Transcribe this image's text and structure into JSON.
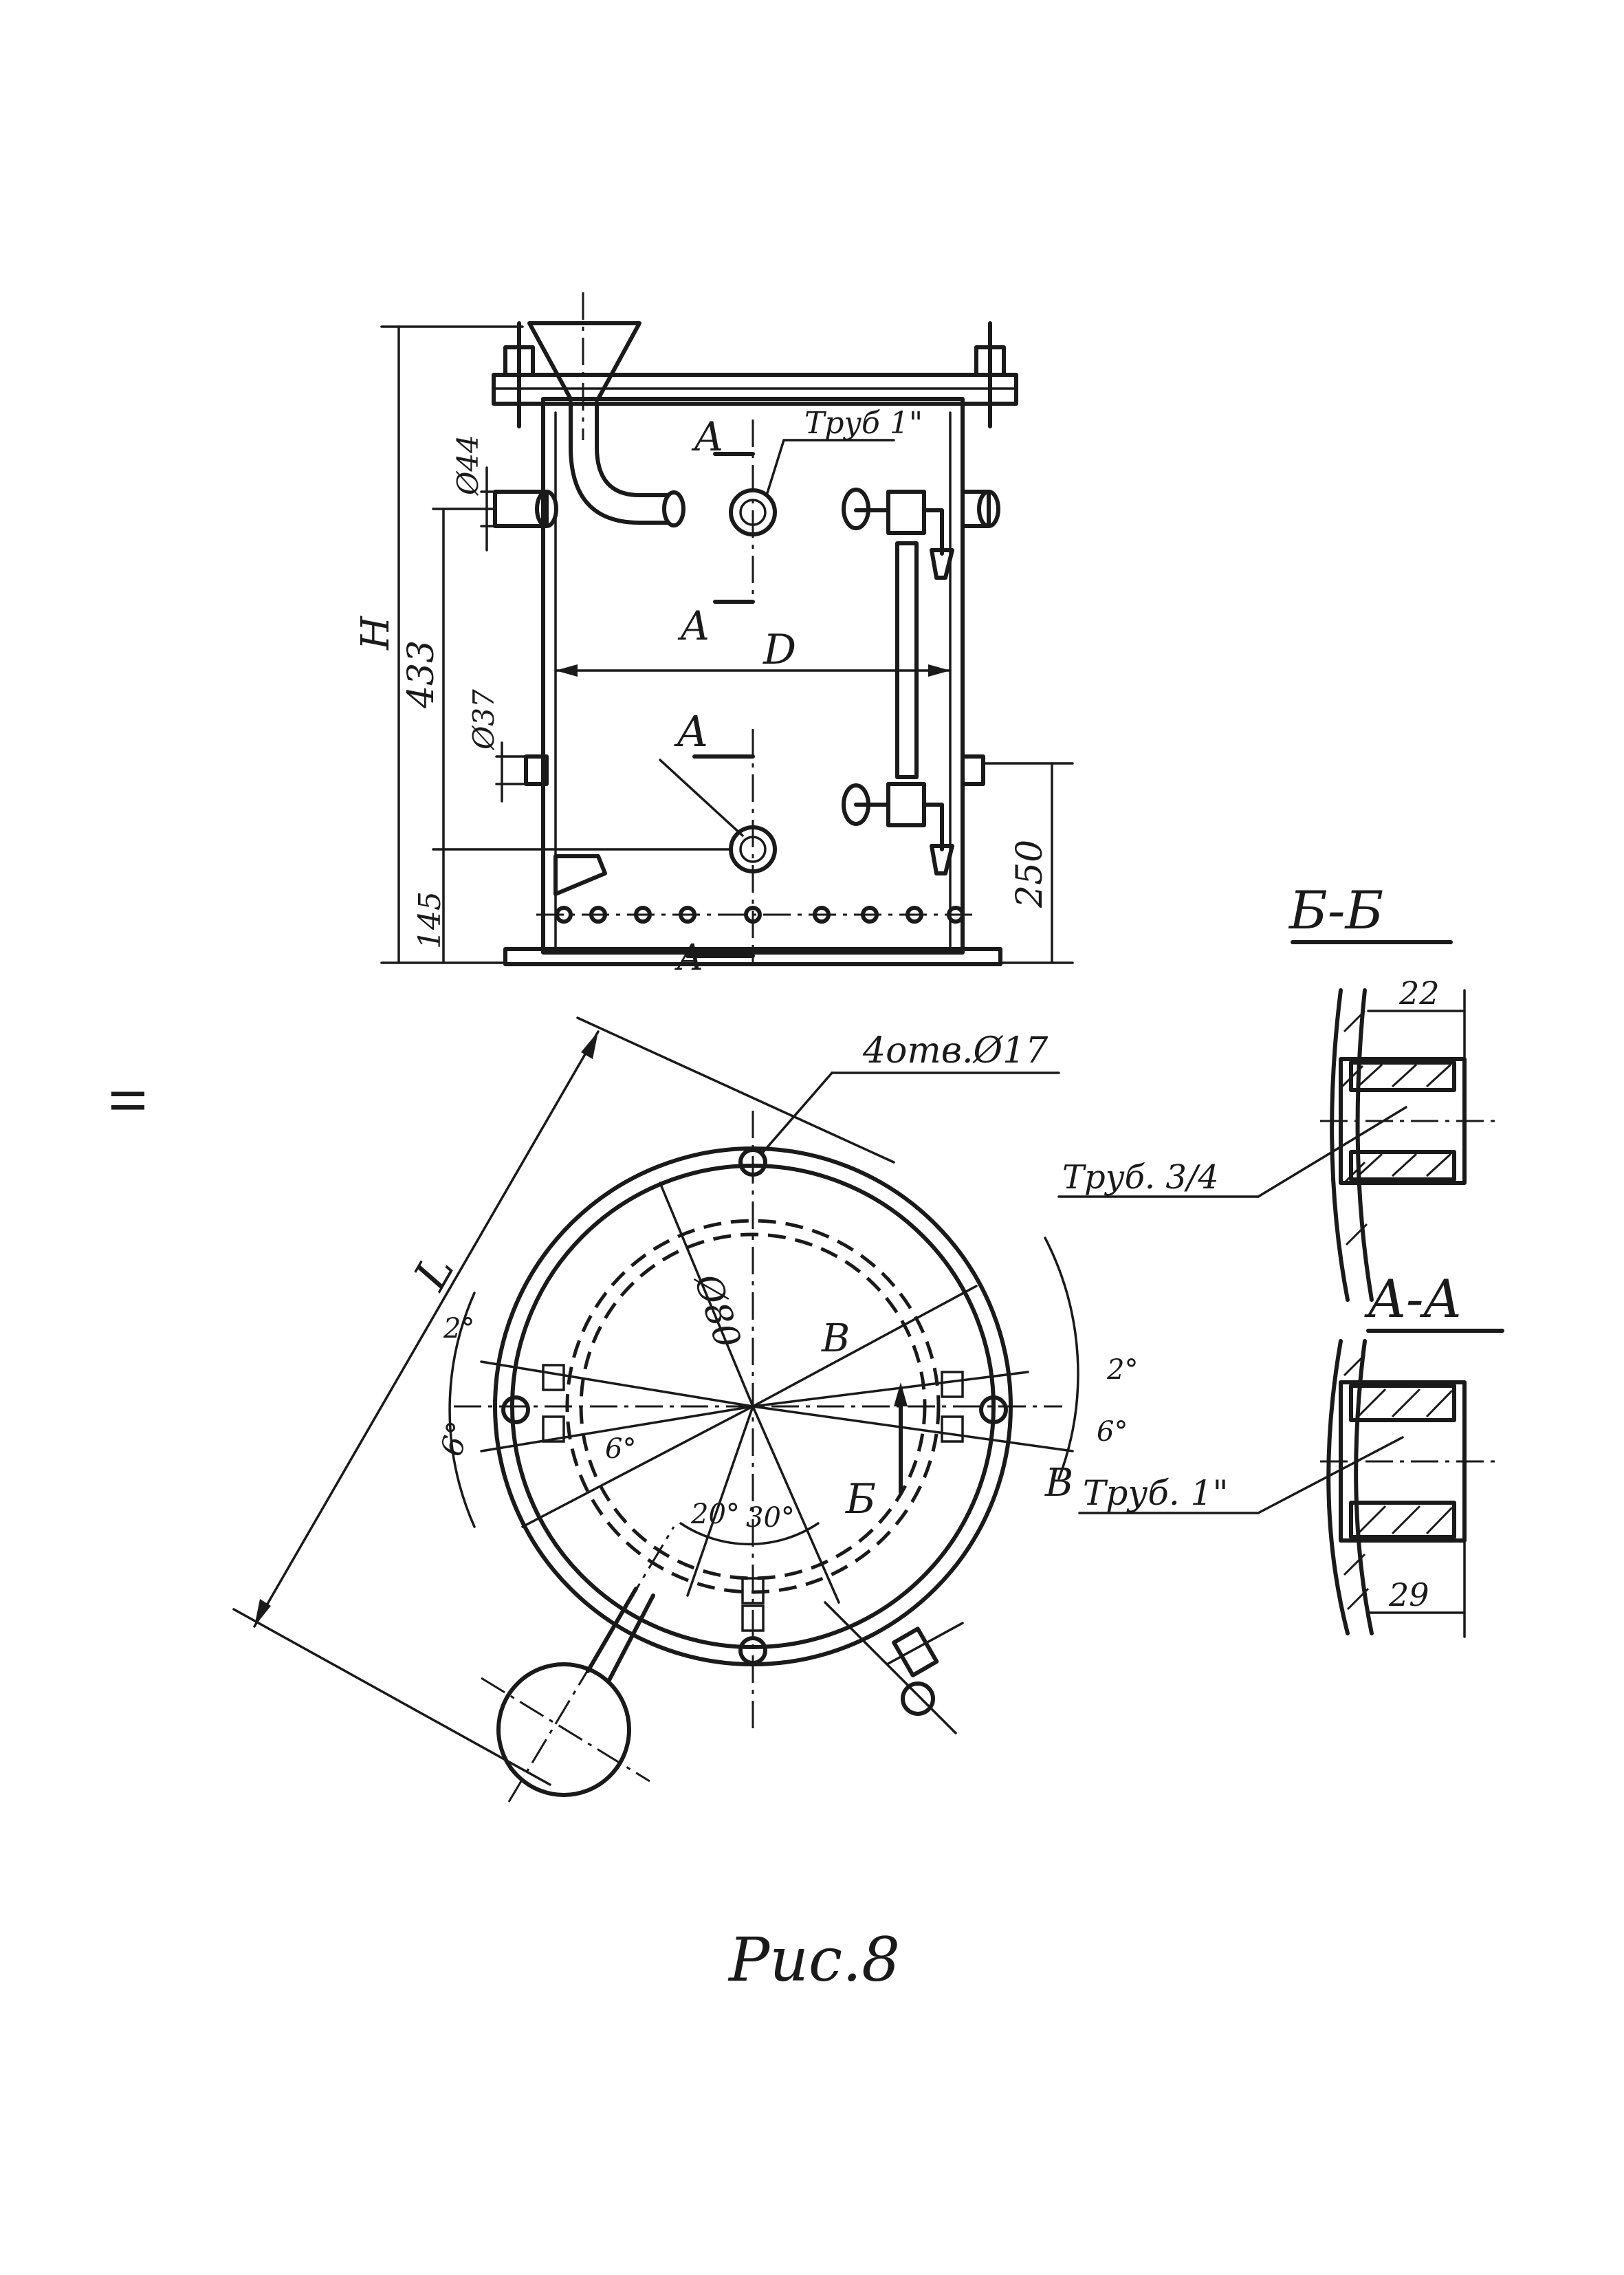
{
  "page_number": "II",
  "figure_caption": "Рис.8",
  "front_view": {
    "dim_height": "H",
    "dim_433": "433",
    "dim_145": "145",
    "dim_phi44": "Ø44",
    "dim_phi37": "Ø37",
    "dim_diameter": "D",
    "dim_250": "250",
    "pipe_label": "Труб 1\"",
    "section_a": "A"
  },
  "plan_view": {
    "holes_label": "4отв.Ø17",
    "dim_phi": "Ø80",
    "dim_b_upper": "B",
    "dim_b_lower": "Б",
    "dim_l": "L",
    "dim_2deg_left": "2°",
    "dim_6deg_left": "6°",
    "dim_6deg_inner": "6°",
    "dim_2deg_right": "2°",
    "dim_6deg_right": "6°",
    "dim_v_right": "В",
    "angle_20": "20°",
    "angle_30": "30°"
  },
  "section_bb": {
    "title": "Б-Б",
    "dim": "22",
    "pipe": "Труб. 3/4"
  },
  "section_aa": {
    "title": "A-A",
    "dim": "29",
    "pipe": "Труб. 1\""
  }
}
